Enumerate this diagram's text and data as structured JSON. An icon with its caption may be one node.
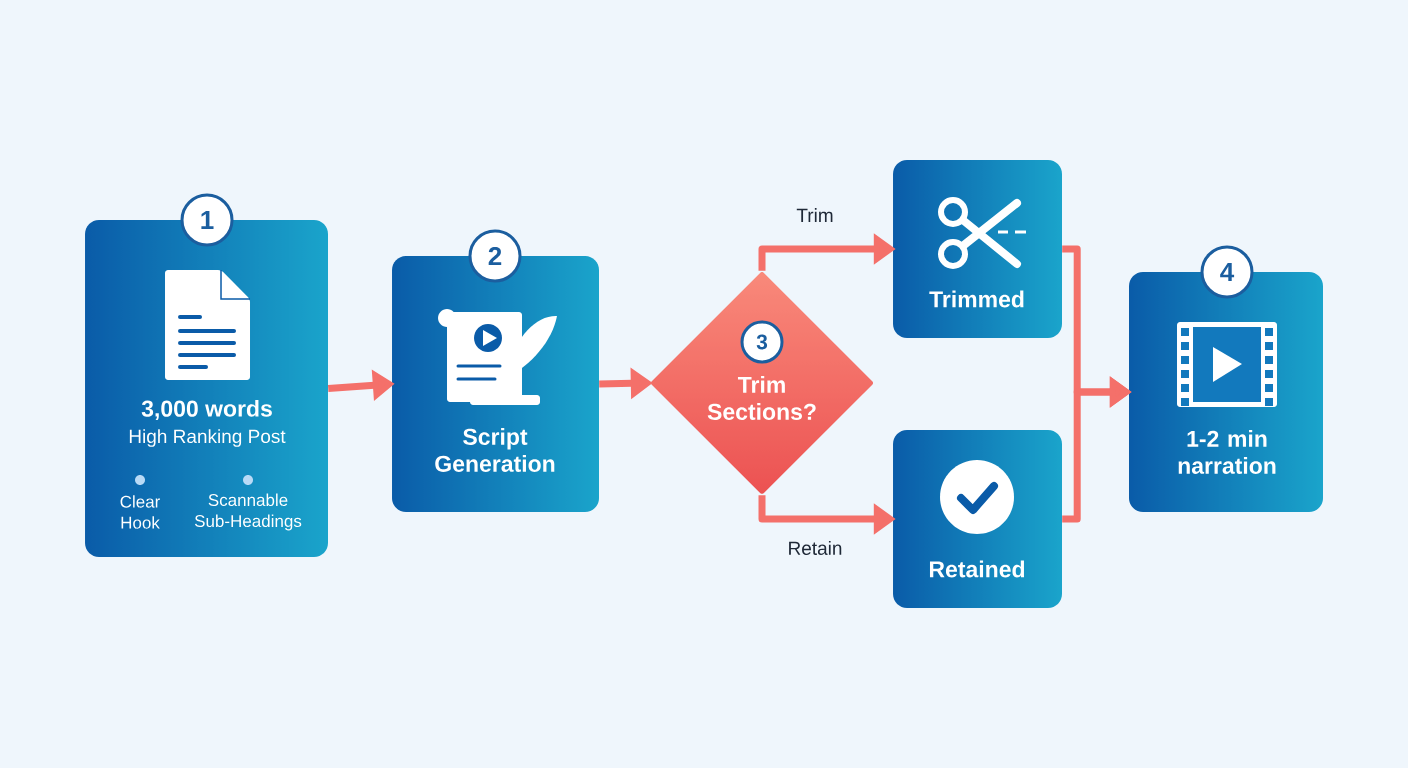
{
  "diagram": {
    "nodes": [
      {
        "text": [
          "1"
        ]
      },
      {
        "text": [
          "3,000 words",
          "High Ranking Post",
          "Clear Hook",
          "Scannable Sub-Headings"
        ]
      },
      {
        "text": [
          "2"
        ]
      },
      {
        "text": [
          "Script Generation"
        ]
      },
      {
        "text": [
          "Trim Sections?"
        ]
      },
      {
        "text": [
          "3"
        ],
        "in": 4
      },
      {
        "text": [
          "Trimmed"
        ]
      },
      {
        "text": [
          "Retained"
        ]
      },
      {
        "text": [
          "4"
        ]
      },
      {
        "text": [
          "1-2 min narration"
        ]
      }
    ],
    "edges": [
      {
        "from": 1,
        "to": 3,
        "arrow": "to"
      },
      {
        "from": 3,
        "to": 4,
        "arrow": "to"
      },
      {
        "from": 4,
        "to": 6,
        "arrow": "to",
        "label": "Trim"
      },
      {
        "from": 4,
        "to": 7,
        "arrow": "to",
        "label": "Retain"
      },
      {
        "from": 6,
        "to": 9,
        "arrow": "to"
      },
      {
        "from": 7,
        "to": 9,
        "arrow": "to"
      }
    ]
  }
}
